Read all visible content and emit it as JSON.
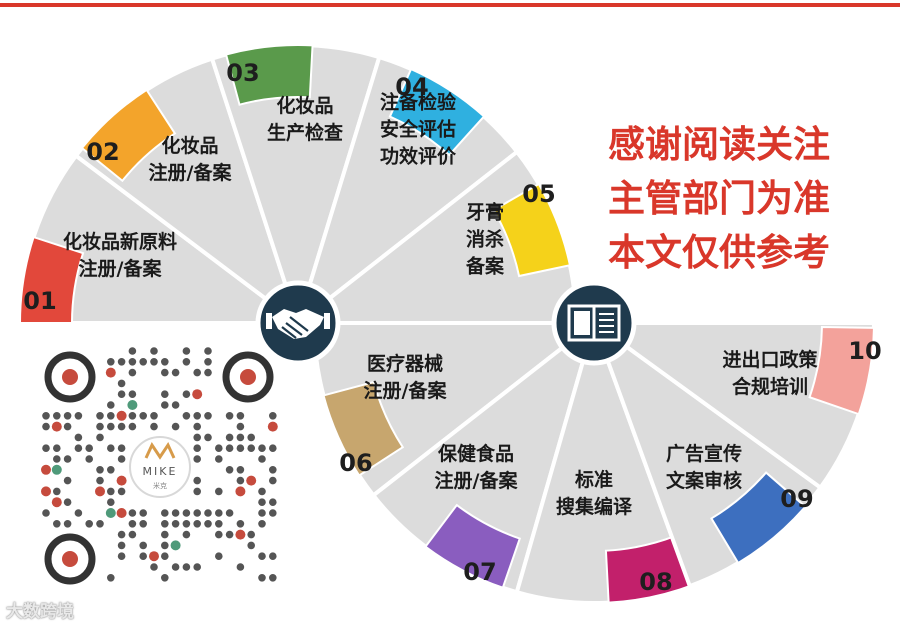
{
  "hub_left": {
    "icon": "handshake-icon",
    "color": "#1f3a4d"
  },
  "hub_right": {
    "icon": "book-icon",
    "color": "#1f3a4d"
  },
  "segments": [
    {
      "num": "01",
      "lines": [
        "化妆品新原料",
        "注册/备案"
      ],
      "color": "#e2483b"
    },
    {
      "num": "02",
      "lines": [
        "化妆品",
        "注册/备案"
      ],
      "color": "#f3a42b"
    },
    {
      "num": "03",
      "lines": [
        "化妆品",
        "生产检查"
      ],
      "color": "#5a9a4b"
    },
    {
      "num": "04",
      "lines": [
        "注备检验",
        "安全评估",
        "功效评价"
      ],
      "color": "#2fb0e0"
    },
    {
      "num": "05",
      "lines": [
        "牙膏",
        "消杀",
        "备案"
      ],
      "color": "#f5d21a"
    },
    {
      "num": "06",
      "lines": [
        "医疗器械",
        "注册/备案"
      ],
      "color": "#c7a66e"
    },
    {
      "num": "07",
      "lines": [
        "保健食品",
        "注册/备案"
      ],
      "color": "#8a5dbf"
    },
    {
      "num": "08",
      "lines": [
        "标准",
        "搜集编译"
      ],
      "color": "#c2206b"
    },
    {
      "num": "09",
      "lines": [
        "广告宣传",
        "文案审核"
      ],
      "color": "#3d6fbf"
    },
    {
      "num": "10",
      "lines": [
        "进出口政策",
        "合规培训"
      ],
      "color": "#f3a29b"
    }
  ],
  "thanks": [
    "感谢阅读关注",
    "主管部门为准",
    "本文仅供参考"
  ],
  "qr": {
    "logo_text": "MIKE",
    "logo_sub": "米克",
    "accent_colors": [
      "#c64b3d",
      "#4f9a7a"
    ]
  },
  "watermark": "大数跨境"
}
